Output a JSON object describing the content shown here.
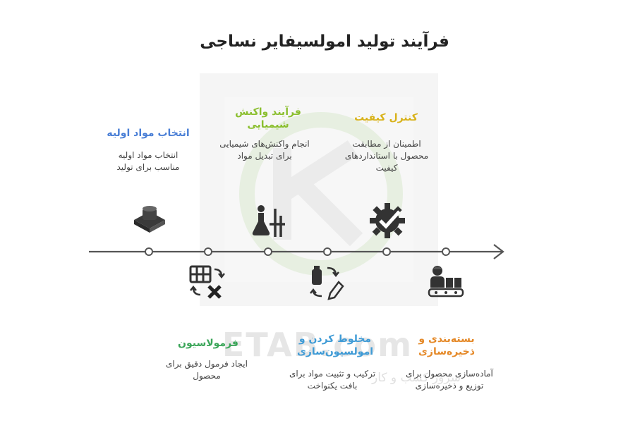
{
  "title": "فرآیند تولید امولسیفایر نساجی",
  "watermark": {
    "text": "ETAB.com",
    "subtext": "سرور کسب و کار"
  },
  "steps": [
    {
      "label": "انتخاب مواد اولیه",
      "description": "انتخاب مواد اولیه مناسب برای تولید",
      "color": "#4a7fd6",
      "icon": "raw-material-icon"
    },
    {
      "label": "فرمولاسیون",
      "description": "ایجاد فرمول دقیق برای محصول",
      "color": "#3aa558",
      "icon": "formulation-icon"
    },
    {
      "label": "فرآیند واکنش شیمیایی",
      "description": "انجام واکنش‌های شیمیایی برای تبدیل مواد",
      "color": "#8bbf2f",
      "icon": "chemistry-icon"
    },
    {
      "label": "مخلوط کردن و امولسیون‌سازی",
      "description": "ترکیب و تثبیت مواد برای بافت یکنواخت",
      "color": "#3f9bd6",
      "icon": "mixing-icon"
    },
    {
      "label": "کنترل کیفیت",
      "description": "اطمینان از مطابقت محصول با استانداردهای کیفیت",
      "color": "#d8b21a",
      "icon": "quality-control-icon"
    },
    {
      "label": "بسته‌بندی و ذخیره‌سازی",
      "description": "آماده‌سازی محصول برای توزیع و ذخیره‌سازی",
      "color": "#e58a2a",
      "icon": "packaging-icon"
    }
  ]
}
